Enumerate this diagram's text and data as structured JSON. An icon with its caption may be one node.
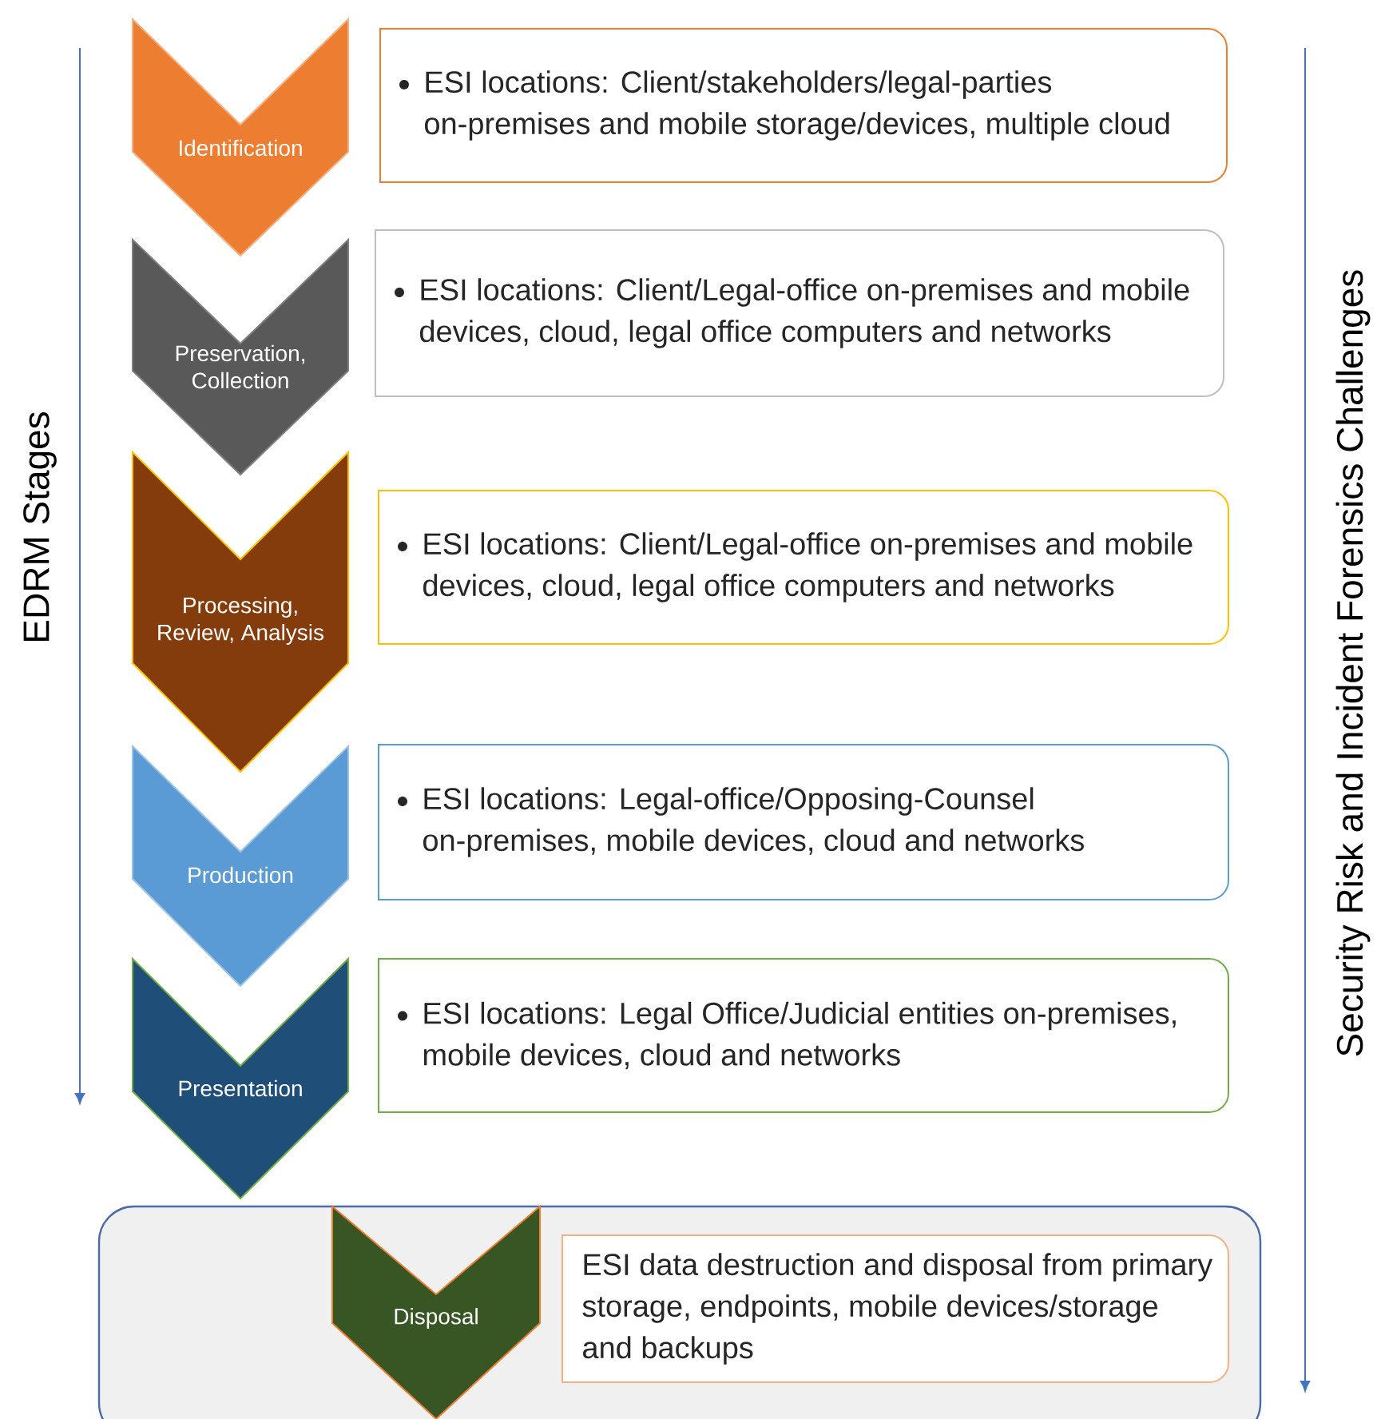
{
  "diagram": {
    "nodes": [
      {
        "text": [
          "Identification"
        ]
      },
      {
        "text": [
          "ESI locations: Client/stakeholders/legal-parties on-premises and mobile storage/devices, multiple cloud"
        ]
      },
      {
        "text": [
          "Preservation, Collection"
        ]
      },
      {
        "text": [
          "ESI locations: Client/Legal-office on-premises and mobile devices, cloud, legal office computers and networks"
        ]
      },
      {
        "text": [
          "Processing, Review, Analysis"
        ]
      },
      {
        "text": [
          "ESI locations: Client/Legal-office on-premises and mobile devices, cloud, legal office computers and networks"
        ]
      },
      {
        "text": [
          "Production"
        ]
      },
      {
        "text": [
          "ESI locations: Legal-office/Opposing-Counsel on-premises, mobile devices, cloud and networks"
        ]
      },
      {
        "text": [
          "Presentation"
        ]
      },
      {
        "text": [
          "ESI locations: Legal Office/Judicial entities on-premises, mobile devices, cloud and networks"
        ]
      },
      {
        "text": [],
        "shape": "box"
      },
      {
        "text": [
          "Disposal"
        ],
        "in": 10
      },
      {
        "text": [
          "ESI data destruction and disposal from primary storage, endpoints, mobile devices/storage and backups"
        ],
        "in": 10
      }
    ],
    "labels": [
      "EDRM Stages",
      "Security Risk and Incident Forensics Challenges"
    ]
  }
}
